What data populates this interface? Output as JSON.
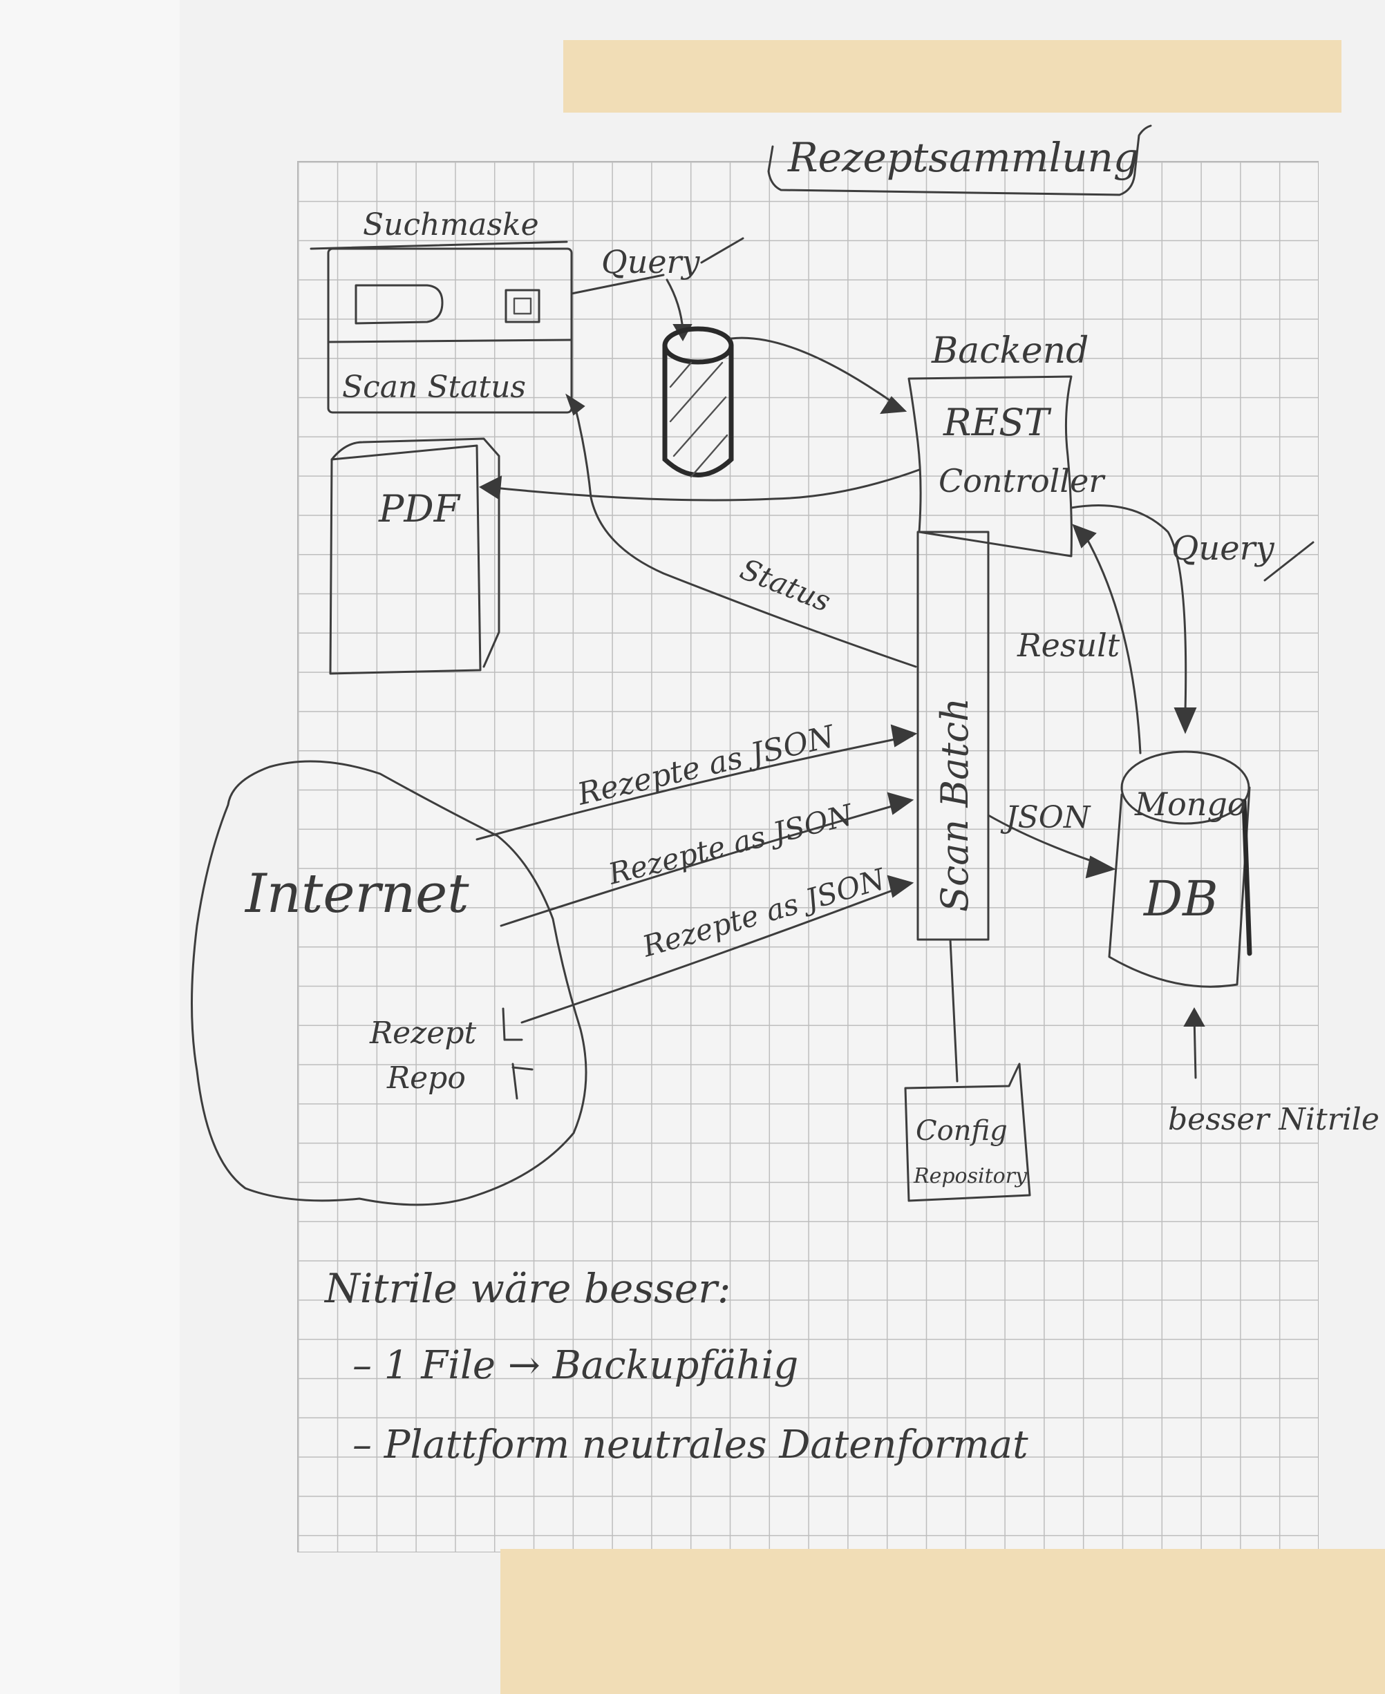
{
  "title": "Rezeptsammlung",
  "redaction_color": "#f1ddb6",
  "ink_color": "#3d3d3d",
  "searchmask": {
    "label": "Suchmaske",
    "status_field": "Scan Status"
  },
  "backend": {
    "label": "Backend",
    "rest_line1": "REST",
    "rest_line2": "Controller"
  },
  "pdf": {
    "label": "PDF"
  },
  "scan_batch": {
    "label": "Scan Batch"
  },
  "database": {
    "label_top": "Mongo",
    "label_main": "DB"
  },
  "internet": {
    "label": "Internet",
    "repo_line1": "Rezept",
    "repo_line2": "Repo"
  },
  "config": {
    "line1": "Config",
    "line2": "Repository"
  },
  "edges": {
    "query_top": "Query",
    "status": "Status",
    "result": "Result",
    "query_right": "Query",
    "json_1": "Rezepte as JSON",
    "json_2": "Rezepte as JSON",
    "json_3": "Rezepte as JSON",
    "json_db": "JSON"
  },
  "side_note": "besser Nitrile",
  "notes": {
    "heading": "Nitrile wäre besser:",
    "item_1": "– 1 File → Backupfähig",
    "item_2": "– Plattform neutrales Datenformat"
  }
}
